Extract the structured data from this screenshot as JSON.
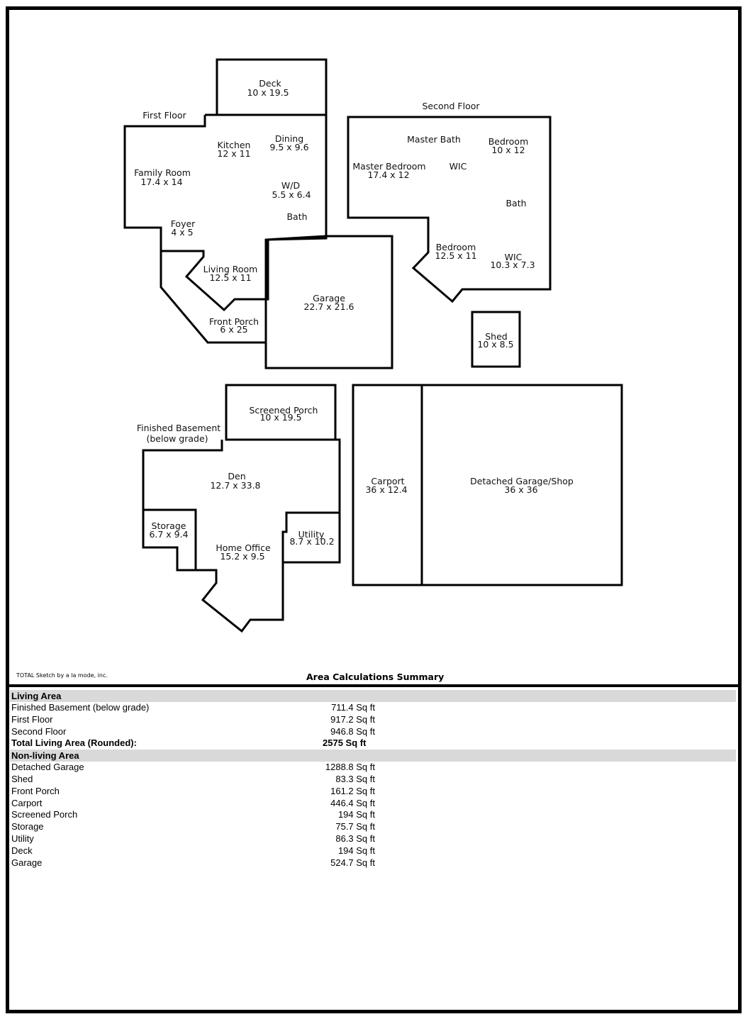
{
  "floor_labels": {
    "first": "First Floor",
    "second": "Second Floor",
    "basement_line1": "Finished Basement",
    "basement_line2": "(below grade)"
  },
  "rooms": [
    {
      "id": "deck",
      "name": "Deck",
      "dims": "10 x 19.5"
    },
    {
      "id": "kitchen",
      "name": "Kitchen",
      "dims": "12 x 11"
    },
    {
      "id": "dining",
      "name": "Dining",
      "dims": "9.5 x 9.6"
    },
    {
      "id": "family-room",
      "name": "Family Room",
      "dims": "17.4 x 14"
    },
    {
      "id": "wd",
      "name": "W/D",
      "dims": "5.5 x 6.4"
    },
    {
      "id": "bath-first",
      "name": "Bath",
      "dims": ""
    },
    {
      "id": "foyer",
      "name": "Foyer",
      "dims": "4 x 5"
    },
    {
      "id": "living-room",
      "name": "Living Room",
      "dims": "12.5 x 11"
    },
    {
      "id": "front-porch",
      "name": "Front Porch",
      "dims": "6 x 25"
    },
    {
      "id": "garage",
      "name": "Garage",
      "dims": "22.7 x 21.6"
    },
    {
      "id": "master-bath",
      "name": "Master Bath",
      "dims": ""
    },
    {
      "id": "bedroom-1",
      "name": "Bedroom",
      "dims": "10 x 12"
    },
    {
      "id": "master-bedroom",
      "name": "Master Bedroom",
      "dims": "17.4 x 12"
    },
    {
      "id": "wic-1",
      "name": "WIC",
      "dims": ""
    },
    {
      "id": "bath-second",
      "name": "Bath",
      "dims": ""
    },
    {
      "id": "bedroom-2",
      "name": "Bedroom",
      "dims": "12.5 x 11"
    },
    {
      "id": "wic-2",
      "name": "WIC",
      "dims": "10.3 x 7.3"
    },
    {
      "id": "shed",
      "name": "Shed",
      "dims": "10 x 8.5"
    },
    {
      "id": "screened-porch",
      "name": "Screened Porch",
      "dims": "10 x 19.5"
    },
    {
      "id": "den",
      "name": "Den",
      "dims": "12.7 x 33.8"
    },
    {
      "id": "storage",
      "name": "Storage",
      "dims": "6.7 x 9.4"
    },
    {
      "id": "home-office",
      "name": "Home Office",
      "dims": "15.2 x 9.5"
    },
    {
      "id": "utility",
      "name": "Utility",
      "dims": "8.7 x 10.2"
    },
    {
      "id": "carport",
      "name": "Carport",
      "dims": "36 x 12.4"
    },
    {
      "id": "detached-garage",
      "name": "Detached Garage/Shop",
      "dims": "36 x 36"
    }
  ],
  "credit": "TOTAL Sketch by a la mode, inc.",
  "summary": {
    "title": "Area Calculations Summary",
    "living_header": "Living Area",
    "living_rows": [
      {
        "label": "Finished Basement (below grade)",
        "value": "711.4 Sq ft"
      },
      {
        "label": "First Floor",
        "value": "917.2 Sq ft"
      },
      {
        "label": "Second Floor",
        "value": "946.8 Sq ft"
      }
    ],
    "total_label": "Total Living Area (Rounded):",
    "total_value": "2575 Sq ft",
    "nonliving_header": "Non-living Area",
    "nonliving_rows": [
      {
        "label": "Detached Garage",
        "value": "1288.8 Sq ft"
      },
      {
        "label": "Shed",
        "value": "83.3 Sq ft"
      },
      {
        "label": "Front Porch",
        "value": "161.2 Sq ft"
      },
      {
        "label": "Carport",
        "value": "446.4 Sq ft"
      },
      {
        "label": "Screened Porch",
        "value": "194 Sq ft"
      },
      {
        "label": "Storage",
        "value": "75.7 Sq ft"
      },
      {
        "label": "Utility",
        "value": "86.3 Sq ft"
      },
      {
        "label": "Deck",
        "value": "194 Sq ft"
      },
      {
        "label": "Garage",
        "value": "524.7 Sq ft"
      }
    ]
  }
}
